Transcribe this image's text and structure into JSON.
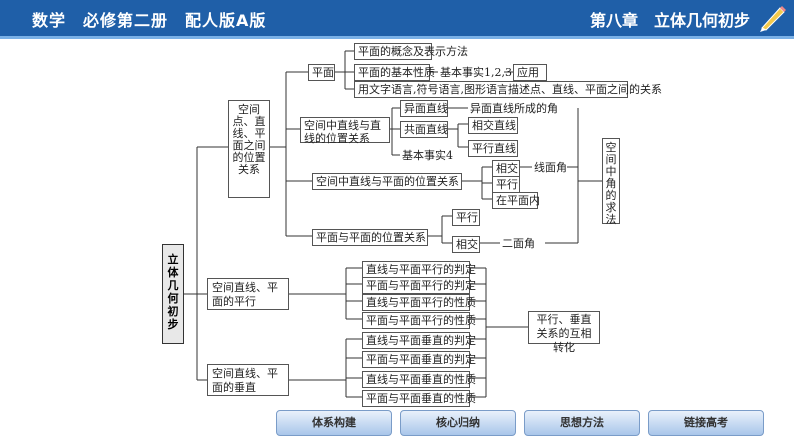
{
  "header": {
    "left_title": "数学　必修第二册　配人版A版",
    "right_title": "第八章　立体几何初步"
  },
  "diagram": {
    "root": "立体几何初步",
    "branch1": "空间点、直线、平面之间的位置关系",
    "plane": "平面",
    "plane_items": [
      "平面的概念及表示方法",
      "平面的基本性质",
      "用文字语言,符号语言,图形语言描述点、直线、平面之间的关系"
    ],
    "basic_facts": "基本事实1,2,3",
    "application": "应用",
    "line_line": "空间中直线与直线的位置关系",
    "line_line_items": [
      "异面直线",
      "共面直线",
      "基本事实4"
    ],
    "skew_angle": "异面直线所成的角",
    "coplanar_items": [
      "相交直线",
      "平行直线"
    ],
    "line_plane": "空间中直线与平面的位置关系",
    "line_plane_items": [
      "相交",
      "平行",
      "在平面内"
    ],
    "line_plane_angle": "线面角",
    "angle_method": "空间中角的求法",
    "plane_plane": "平面与平面的位置关系",
    "plane_plane_items": [
      "平行",
      "相交"
    ],
    "dihedral": "二面角",
    "branch2": "空间直线、平面的平行",
    "parallel_items": [
      "直线与平面平行的判定",
      "平面与平面平行的判定",
      "直线与平面平行的性质",
      "平面与平面平行的性质"
    ],
    "transform": "平行、垂直关系的互相转化",
    "branch3": "空间直线、平面的垂直",
    "perp_items": [
      "直线与平面垂直的判定",
      "平面与平面垂直的判定",
      "直线与平面垂直的性质",
      "平面与平面垂直的性质"
    ]
  },
  "nav": [
    "体系构建",
    "核心归纳",
    "思想方法",
    "链接高考"
  ],
  "colors": {
    "header": "#1f5fa8",
    "nav": "#a9c6ea"
  }
}
